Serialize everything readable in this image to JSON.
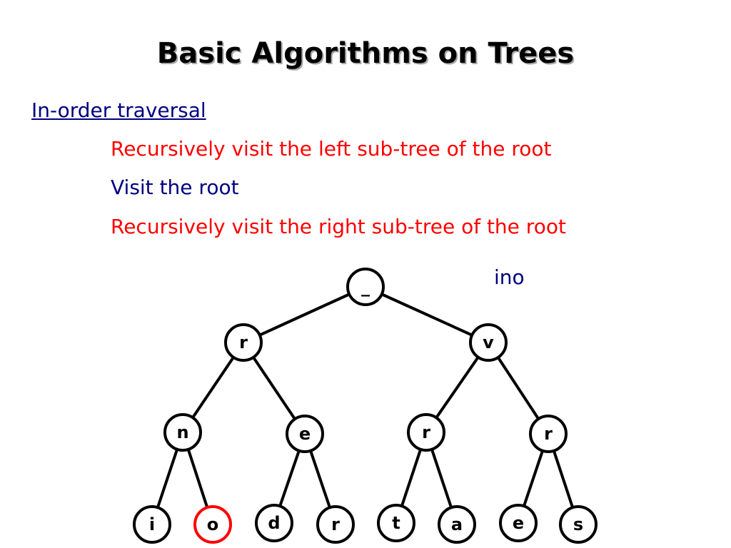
{
  "slide": {
    "title": "Basic Algorithms on Trees",
    "subheading": "In-order traversal",
    "steps": [
      "Recursively visit the left sub-tree of the root",
      "Visit the root",
      "Recursively visit the right sub-tree of the root"
    ],
    "output": "ino"
  },
  "colors": {
    "step_red": "#ff0000",
    "step_blue": "#000080",
    "highlight": "#ff0000"
  },
  "tree": {
    "nodes": [
      {
        "id": "n0",
        "label": "_"
      },
      {
        "id": "n1",
        "label": "r"
      },
      {
        "id": "n2",
        "label": "v"
      },
      {
        "id": "n3",
        "label": "n"
      },
      {
        "id": "n4",
        "label": "e"
      },
      {
        "id": "n5",
        "label": "r"
      },
      {
        "id": "n6",
        "label": "r"
      },
      {
        "id": "n7",
        "label": "i"
      },
      {
        "id": "n8",
        "label": "o",
        "highlighted": true
      },
      {
        "id": "n9",
        "label": "d"
      },
      {
        "id": "n10",
        "label": "r"
      },
      {
        "id": "n11",
        "label": "t"
      },
      {
        "id": "n12",
        "label": "a"
      },
      {
        "id": "n13",
        "label": "e"
      },
      {
        "id": "n14",
        "label": "s"
      }
    ],
    "edges": [
      [
        "n0",
        "n1"
      ],
      [
        "n0",
        "n2"
      ],
      [
        "n1",
        "n3"
      ],
      [
        "n1",
        "n4"
      ],
      [
        "n2",
        "n5"
      ],
      [
        "n2",
        "n6"
      ],
      [
        "n3",
        "n7"
      ],
      [
        "n3",
        "n8"
      ],
      [
        "n4",
        "n9"
      ],
      [
        "n4",
        "n10"
      ],
      [
        "n5",
        "n11"
      ],
      [
        "n5",
        "n12"
      ],
      [
        "n6",
        "n13"
      ],
      [
        "n6",
        "n14"
      ]
    ]
  }
}
